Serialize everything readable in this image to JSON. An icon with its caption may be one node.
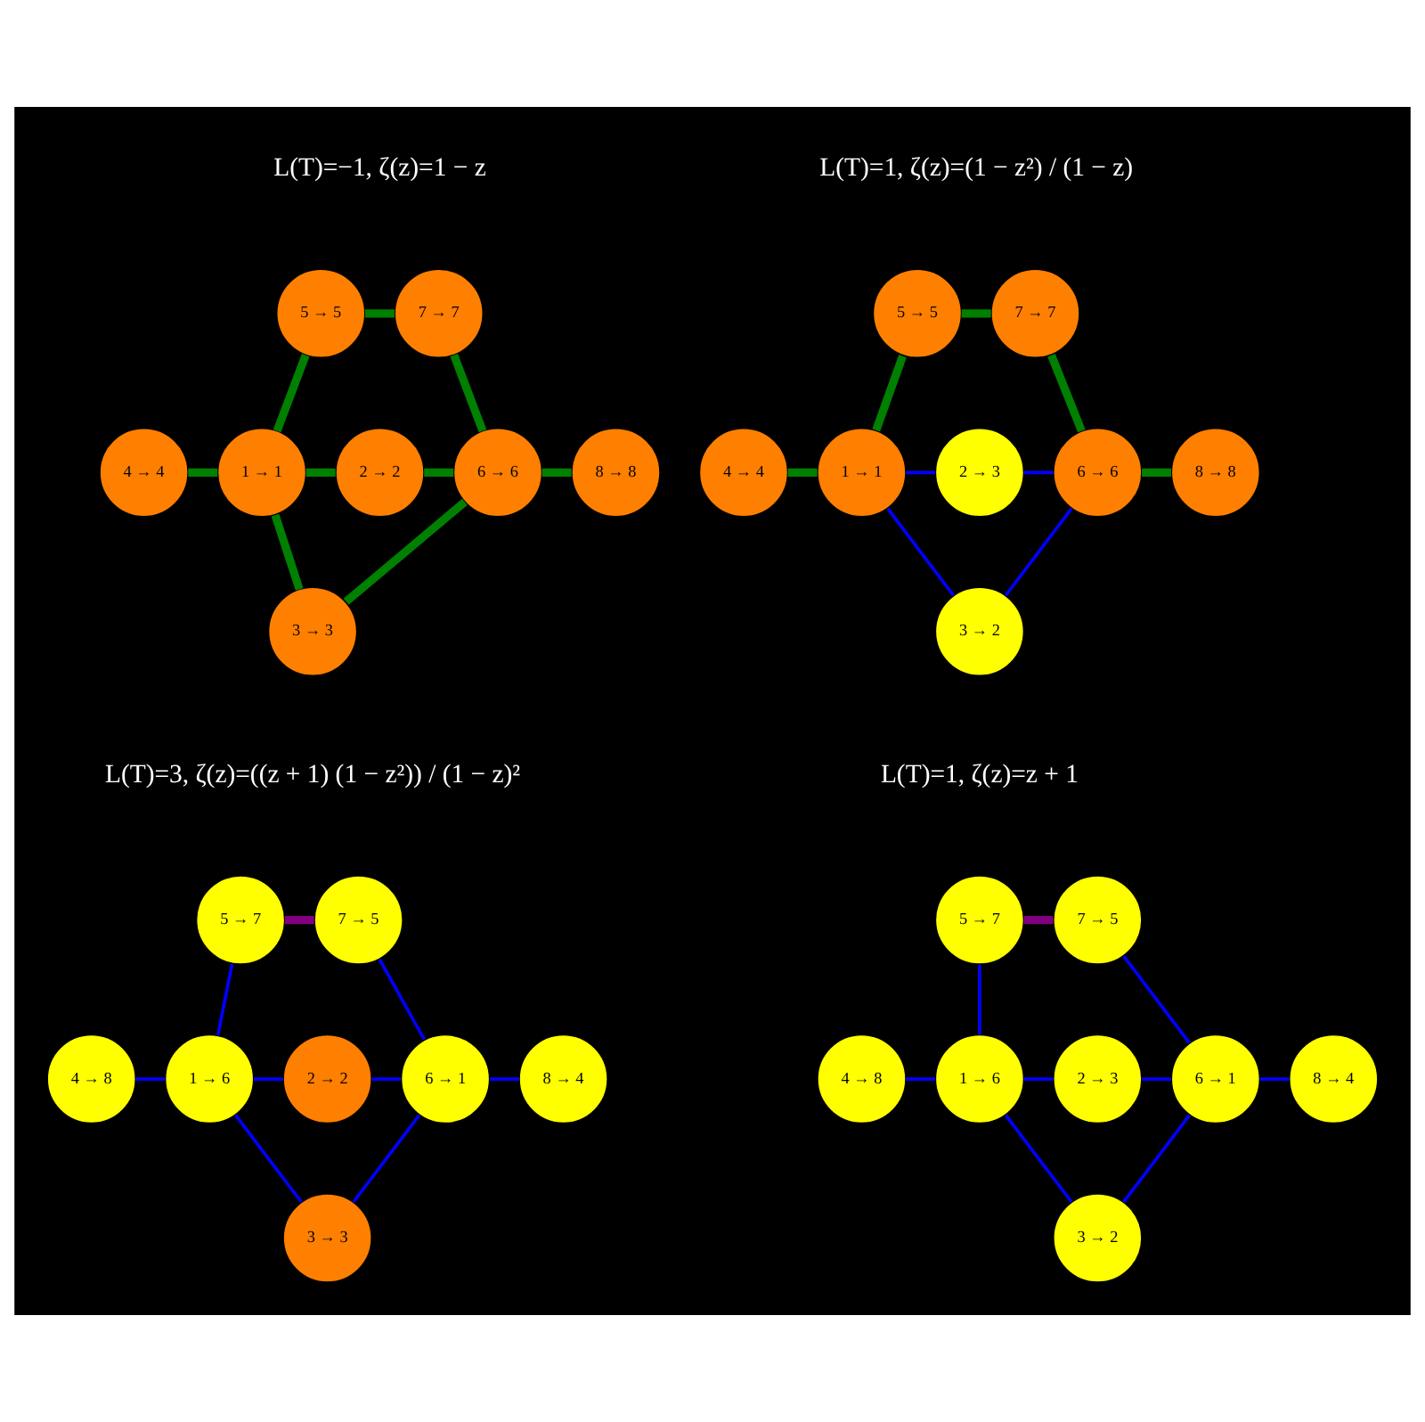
{
  "diagram": {
    "nodes": [
      {
        "text": [
          "5 → 5"
        ]
      },
      {
        "text": [
          "7 → 7"
        ]
      },
      {
        "text": [
          "4 → 4"
        ]
      },
      {
        "text": [
          "1 → 1"
        ]
      },
      {
        "text": [
          "2 → 2"
        ]
      },
      {
        "text": [
          "6 → 6"
        ]
      },
      {
        "text": [
          "8 → 8"
        ]
      },
      {
        "text": [
          "3 → 3"
        ]
      },
      {
        "text": [
          "5 → 5"
        ]
      },
      {
        "text": [
          "7 → 7"
        ]
      },
      {
        "text": [
          "4 → 4"
        ]
      },
      {
        "text": [
          "1 → 1"
        ]
      },
      {
        "text": [
          "2 → 3"
        ]
      },
      {
        "text": [
          "6 → 6"
        ]
      },
      {
        "text": [
          "8 → 8"
        ]
      },
      {
        "text": [
          "3 → 2"
        ]
      },
      {
        "text": [
          "5 → 7"
        ]
      },
      {
        "text": [
          "7 → 5"
        ]
      },
      {
        "text": [
          "4 → 8"
        ]
      },
      {
        "text": [
          "1 → 6"
        ]
      },
      {
        "text": [
          "2 → 2"
        ]
      },
      {
        "text": [
          "6 → 1"
        ]
      },
      {
        "text": [
          "8 → 4"
        ]
      },
      {
        "text": [
          "3 → 3"
        ]
      },
      {
        "text": [
          "5 → 7"
        ]
      },
      {
        "text": [
          "7 → 5"
        ]
      },
      {
        "text": [
          "4 → 8"
        ]
      },
      {
        "text": [
          "1 → 6"
        ]
      },
      {
        "text": [
          "2 → 3"
        ]
      },
      {
        "text": [
          "6 → 1"
        ]
      },
      {
        "text": [
          "8 → 4"
        ]
      },
      {
        "text": [
          "3 → 2"
        ]
      }
    ],
    "edges": [
      {
        "from": 0,
        "to": 1,
        "arrow": "none",
        "style": "thick",
        "color": "#008000"
      },
      {
        "from": 0,
        "to": 3,
        "arrow": "none",
        "style": "thick",
        "color": "#008000"
      },
      {
        "from": 1,
        "to": 5,
        "arrow": "none",
        "style": "thick",
        "color": "#008000"
      },
      {
        "from": 2,
        "to": 3,
        "arrow": "none",
        "style": "thick",
        "color": "#008000"
      },
      {
        "from": 3,
        "to": 4,
        "arrow": "none",
        "style": "thick",
        "color": "#008000"
      },
      {
        "from": 4,
        "to": 5,
        "arrow": "none",
        "style": "thick",
        "color": "#008000"
      },
      {
        "from": 5,
        "to": 6,
        "arrow": "none",
        "style": "thick",
        "color": "#008000"
      },
      {
        "from": 3,
        "to": 7,
        "arrow": "none",
        "style": "thick",
        "color": "#008000"
      },
      {
        "from": 5,
        "to": 7,
        "arrow": "none",
        "style": "thick",
        "color": "#008000"
      },
      {
        "from": 8,
        "to": 9,
        "arrow": "none",
        "style": "thick",
        "color": "#008000"
      },
      {
        "from": 8,
        "to": 11,
        "arrow": "none",
        "style": "thick",
        "color": "#008000"
      },
      {
        "from": 9,
        "to": 13,
        "arrow": "none",
        "style": "thick",
        "color": "#008000"
      },
      {
        "from": 10,
        "to": 11,
        "arrow": "none",
        "style": "thick",
        "color": "#008000"
      },
      {
        "from": 11,
        "to": 12,
        "arrow": "none"
      },
      {
        "from": 12,
        "to": 13,
        "arrow": "none"
      },
      {
        "from": 13,
        "to": 14,
        "arrow": "none",
        "style": "thick",
        "color": "#008000"
      },
      {
        "from": 11,
        "to": 15,
        "arrow": "none"
      },
      {
        "from": 13,
        "to": 15,
        "arrow": "none"
      },
      {
        "from": 16,
        "to": 17,
        "arrow": "none",
        "style": "thick",
        "color": "#800080"
      },
      {
        "from": 16,
        "to": 19,
        "arrow": "none"
      },
      {
        "from": 17,
        "to": 21,
        "arrow": "none"
      },
      {
        "from": 18,
        "to": 19,
        "arrow": "none"
      },
      {
        "from": 19,
        "to": 20,
        "arrow": "none"
      },
      {
        "from": 20,
        "to": 21,
        "arrow": "none"
      },
      {
        "from": 21,
        "to": 22,
        "arrow": "none"
      },
      {
        "from": 19,
        "to": 23,
        "arrow": "none"
      },
      {
        "from": 21,
        "to": 23,
        "arrow": "none"
      },
      {
        "from": 24,
        "to": 25,
        "arrow": "none",
        "style": "thick",
        "color": "#800080"
      },
      {
        "from": 24,
        "to": 27,
        "arrow": "none"
      },
      {
        "from": 25,
        "to": 29,
        "arrow": "none"
      },
      {
        "from": 26,
        "to": 27,
        "arrow": "none"
      },
      {
        "from": 27,
        "to": 28,
        "arrow": "none"
      },
      {
        "from": 28,
        "to": 29,
        "arrow": "none"
      },
      {
        "from": 29,
        "to": 30,
        "arrow": "none"
      },
      {
        "from": 27,
        "to": 31,
        "arrow": "none"
      },
      {
        "from": 29,
        "to": 31,
        "arrow": "none"
      }
    ],
    "labels": [
      "L(T)=−1, ζ(z)=1 − z",
      "L(T)=1, ζ(z)=(1 − z²) / (1 − z)",
      "L(T)=3, ζ(z)=((z + 1) (1 − z²)) / (1 − z)²",
      "L(T)=1, ζ(z)=z + 1"
    ]
  }
}
